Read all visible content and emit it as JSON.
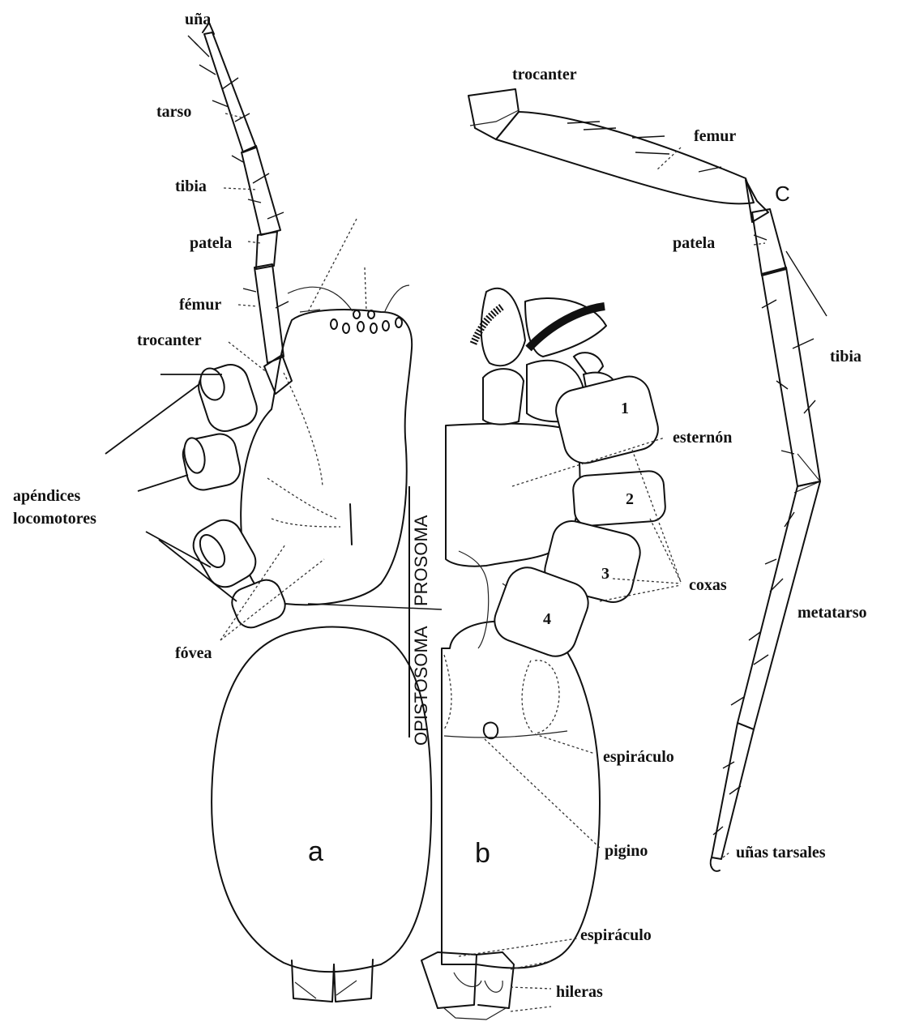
{
  "figure": {
    "view_labels": {
      "a": "a",
      "b": "b",
      "c": "C"
    },
    "regions": {
      "prosoma": "PROSOMA",
      "opistosoma": "OPISTOSOMA"
    }
  },
  "labels_a": {
    "una": "uña",
    "tarso": "tarso",
    "tibia": "tibia",
    "patela": "patela",
    "femur": "fémur",
    "trocanter": "trocanter",
    "apendices": "apéndices",
    "locomotores": "locomotores",
    "fovea": "fóvea"
  },
  "labels_b": {
    "esternon": "esternón",
    "coxas": "coxas",
    "coxa_numbers": [
      "1",
      "2",
      "3",
      "4"
    ],
    "espiraculo_top": "espiráculo",
    "pigino": "pigino",
    "espiraculo_bottom": "espiráculo",
    "hileras": "hileras"
  },
  "labels_c": {
    "trocanter": "trocanter",
    "femur": "femur",
    "patela": "patela",
    "tibia": "tibia",
    "metatarso": "metatarso",
    "unas_tarsales": "uñas tarsales"
  }
}
